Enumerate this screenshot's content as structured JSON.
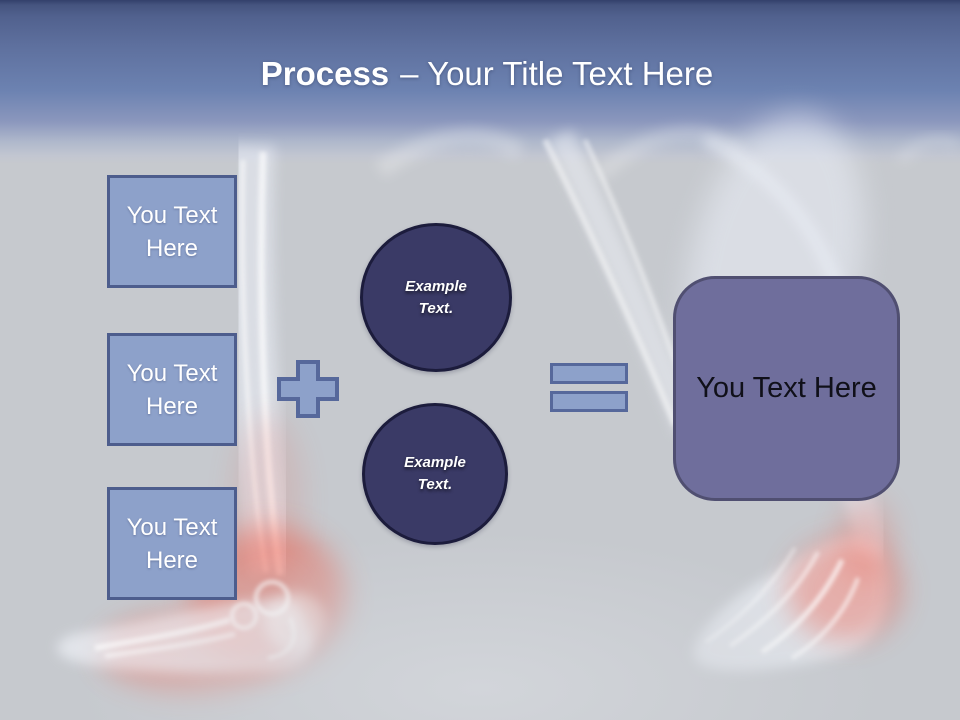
{
  "slide": {
    "title": {
      "bold": "Process",
      "rest": "– Your Title Text Here"
    }
  },
  "input_boxes": [
    {
      "label": "You Text Here"
    },
    {
      "label": "You Text Here"
    },
    {
      "label": "You Text Here"
    }
  ],
  "operators": {
    "plus_icon": "plus",
    "equals_icon": "equals"
  },
  "example_circles": [
    {
      "label": "Example Text."
    },
    {
      "label": "Example Text."
    }
  ],
  "result_box": {
    "label": "You Text Here"
  },
  "background": {
    "description_icon": "xray-legs-with-inflamed-ankles"
  },
  "colors": {
    "header_top": "#33406b",
    "header_mid": "#6c82b1",
    "body_bg": "#c6c9ce",
    "box_fill": "#8da1ca",
    "box_border": "#4d5d8d",
    "operator_fill": "#8da1ca",
    "operator_border": "#56689b",
    "circle_fill": "#3a3a66",
    "circle_border": "#1c1c3c",
    "result_fill": "#6f6e9c",
    "result_border": "#504f71",
    "result_text": "#101019",
    "title_text": "#ffffff",
    "inflammation_glow": "#f2523c"
  }
}
